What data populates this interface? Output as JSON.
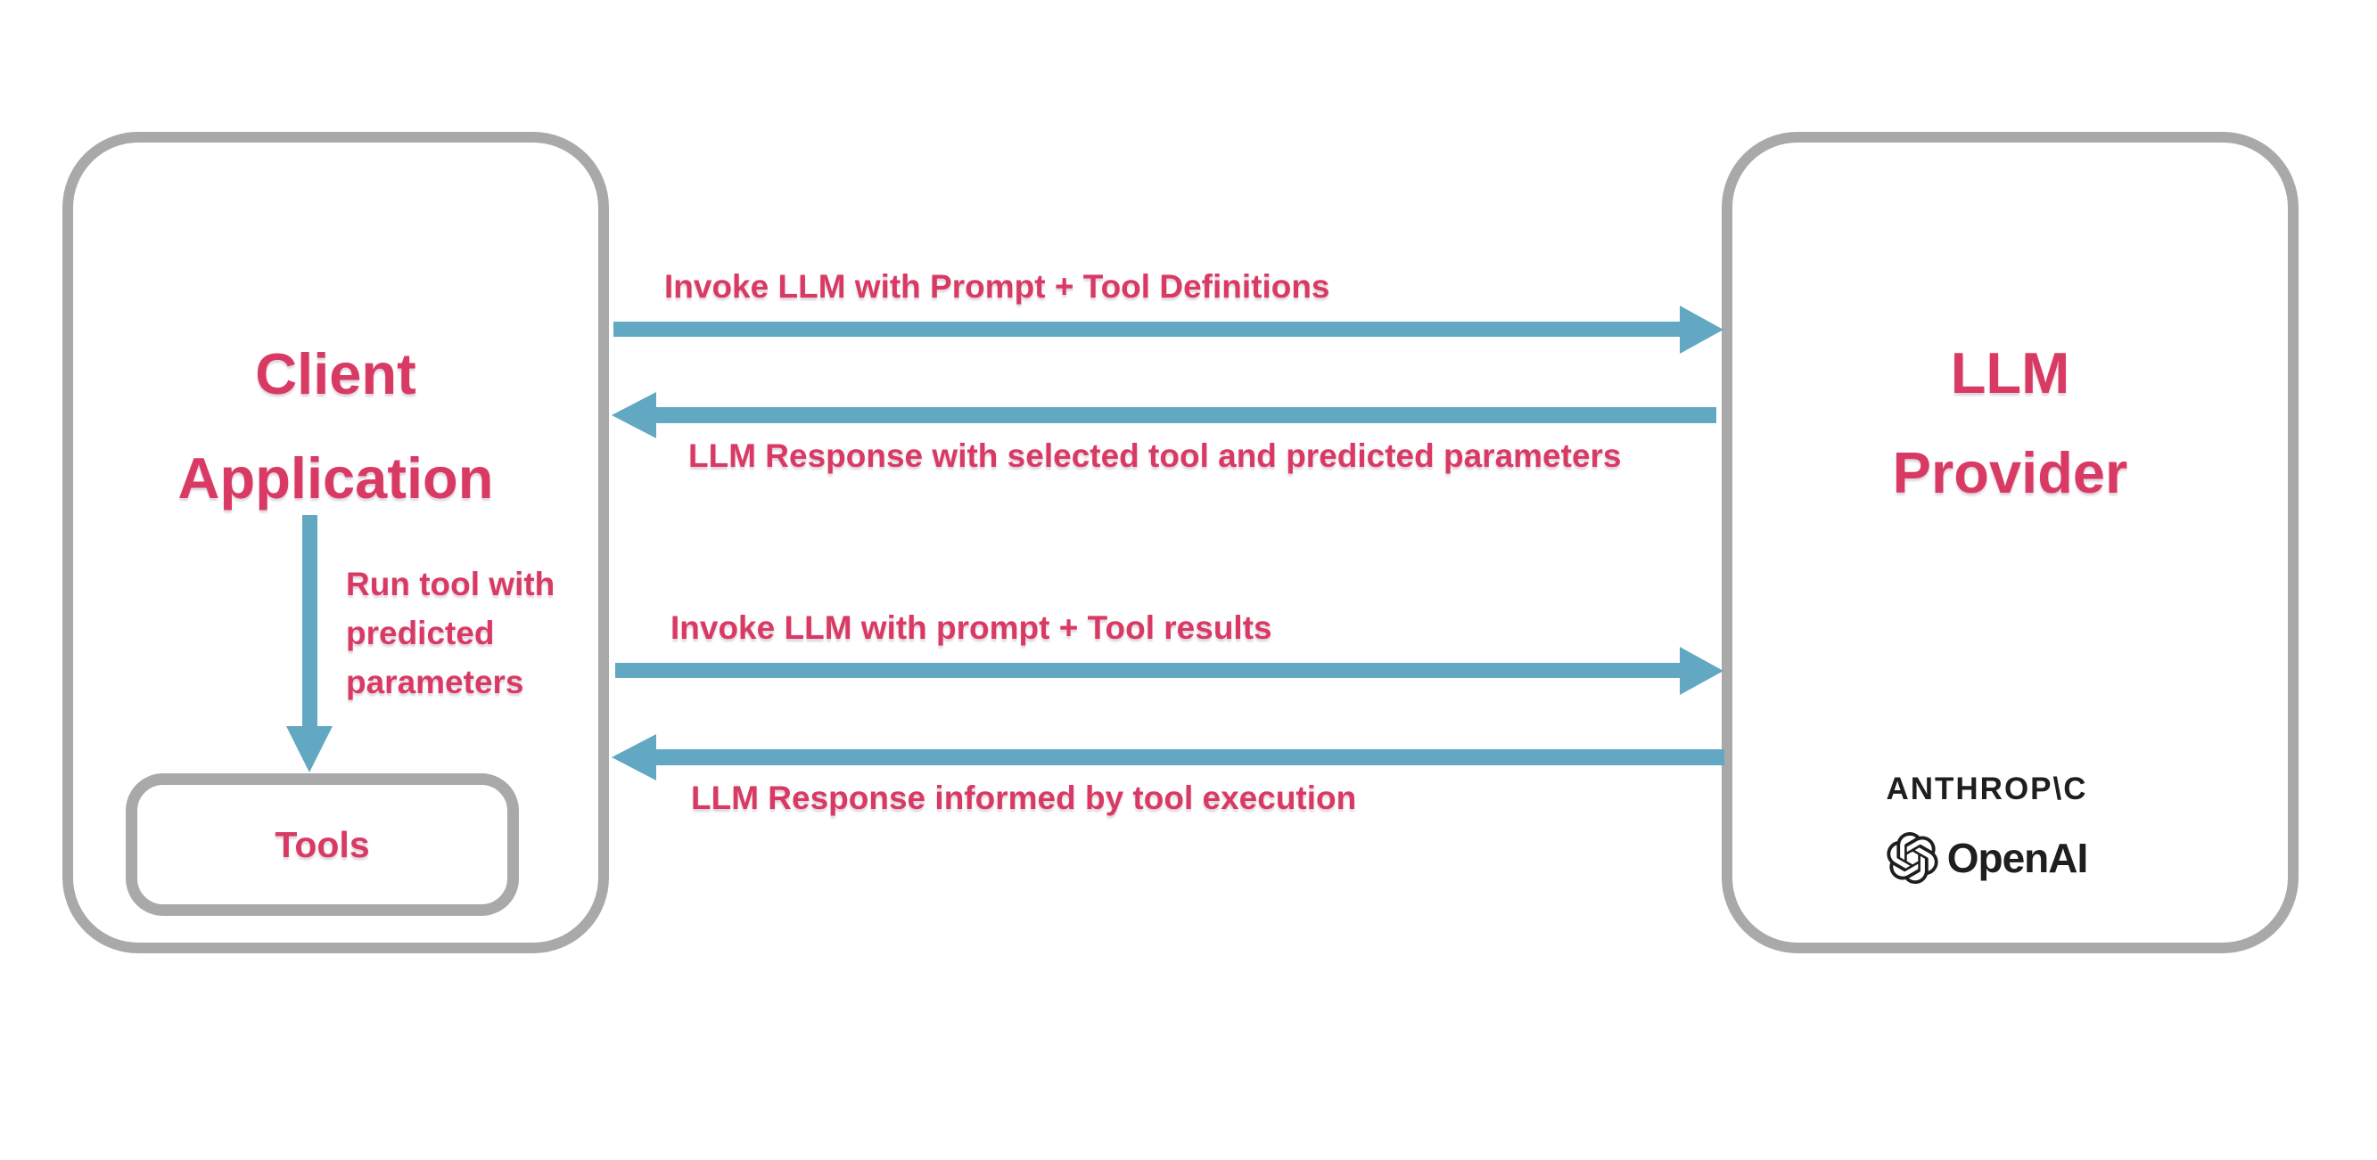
{
  "diagram": {
    "client_box": {
      "title_lines": [
        "Client",
        "Application"
      ]
    },
    "internal_arrow": {
      "label_lines": [
        "Run tool with",
        "predicted",
        "parameters"
      ]
    },
    "tools_box": {
      "label": "Tools"
    },
    "provider_box": {
      "title_lines": [
        "LLM",
        "Provider"
      ],
      "logos": {
        "anthropic_wordmark": "ANTHROP\\C",
        "openai_wordmark": "OpenAI"
      }
    },
    "messages": [
      {
        "label": "Invoke LLM with Prompt + Tool Definitions",
        "direction": "client-to-provider"
      },
      {
        "label": "LLM Response with selected tool and predicted parameters",
        "direction": "provider-to-client"
      },
      {
        "label": "Invoke LLM with prompt + Tool results",
        "direction": "client-to-provider"
      },
      {
        "label": "LLM Response informed by tool execution",
        "direction": "provider-to-client"
      }
    ],
    "colors": {
      "accent_pink": "#d93a63",
      "arrow_blue": "#63a8c2",
      "border_gray": "#a9a9a9",
      "logo_black": "#1f1d1d"
    }
  }
}
